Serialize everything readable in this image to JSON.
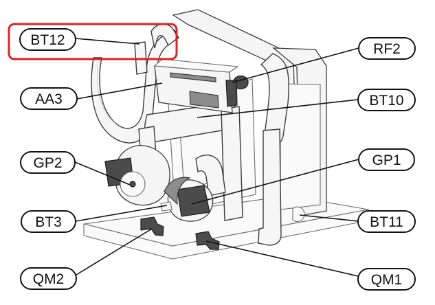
{
  "diagram": {
    "highlight_color": "#e31e24",
    "line_color": "#111111",
    "labels": [
      {
        "id": "bt12",
        "text": "BT12"
      },
      {
        "id": "aa3",
        "text": "AA3"
      },
      {
        "id": "gp2",
        "text": "GP2"
      },
      {
        "id": "bt3",
        "text": "BT3"
      },
      {
        "id": "qm2",
        "text": "QM2"
      },
      {
        "id": "rf2",
        "text": "RF2"
      },
      {
        "id": "bt10",
        "text": "BT10"
      },
      {
        "id": "gp1",
        "text": "GP1"
      },
      {
        "id": "bt11",
        "text": "BT11"
      },
      {
        "id": "qm1",
        "text": "QM1"
      }
    ],
    "highlighted_label": "BT12"
  }
}
